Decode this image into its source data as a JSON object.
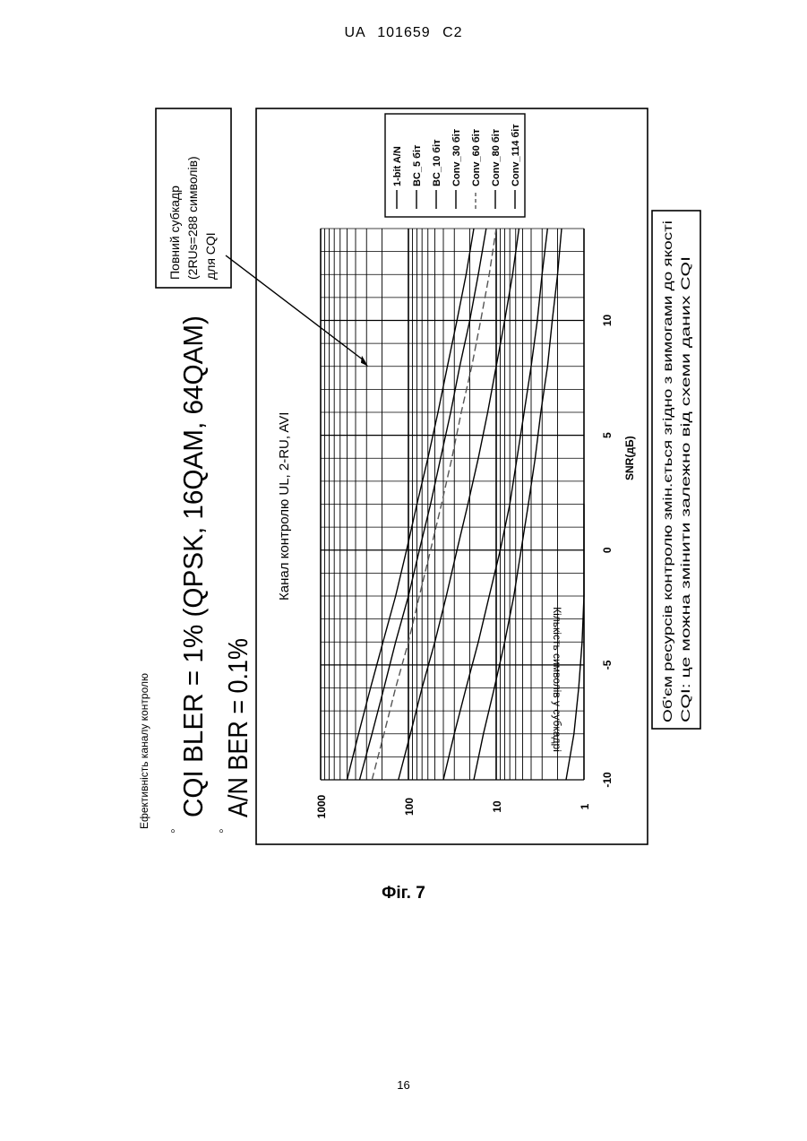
{
  "header": {
    "code": "UA   101659   C2"
  },
  "figure_label": "Фіг. 7",
  "page_number": "16",
  "slide": {
    "heading": "Ефективність каналу контролю",
    "bullet_1": "CQI BLER = 1% (QPSK, 16QAM, 64QAM)",
    "bullet_2": "A/N BER = 0.1%",
    "callout": {
      "line_1": "Повний субкадр",
      "line_2": "(2RUs=288 символів)",
      "line_3": "для CQI"
    },
    "note": {
      "line_1": "Об'єм ресурсів контролю змін.ється згідно з вимогами до якості",
      "line_2": "CQI:  це можна змінити залежно від схеми даних CQI"
    }
  },
  "chart_data": {
    "type": "line",
    "title": "Канал контролю UL, 2-RU, AVI",
    "xlabel": "SNR(дБ)",
    "ylabel": "Кількість символів у субкадрі",
    "x_ticks": [
      "-10",
      "-5",
      "0",
      "5",
      "10"
    ],
    "y_ticks": [
      "1000",
      "100",
      "10",
      "1"
    ],
    "xlim": [
      -10,
      14
    ],
    "ylim": [
      1,
      1000
    ],
    "yscale": "log",
    "grid": true,
    "legend_position": "top-right",
    "legend": [
      "1-bit A/N",
      "BC_5 біт",
      "BC_10 біт",
      "Conv_30 біт",
      "Conv_60 біт",
      "Conv_80 біт",
      "Conv_114 біт"
    ],
    "series": [
      {
        "name": "1-bit A/N",
        "style": "solid",
        "x": [
          -10,
          -8,
          -6,
          -4,
          -2,
          0,
          2
        ],
        "y": [
          1.6,
          1.3,
          1.15,
          1.05,
          1.0,
          1.0,
          1.0
        ]
      },
      {
        "name": "BC_5 біт",
        "style": "solid",
        "x": [
          -10,
          -8,
          -6,
          -4,
          -2,
          0,
          2,
          4,
          6,
          8,
          10,
          12,
          14
        ],
        "y": [
          18,
          14,
          10.5,
          8,
          6.3,
          5.2,
          4.3,
          3.6,
          3.1,
          2.6,
          2.3,
          2.0,
          1.8
        ]
      },
      {
        "name": "BC_10 біт",
        "style": "solid",
        "x": [
          -10,
          -8,
          -6,
          -4,
          -2,
          0,
          2,
          4,
          6,
          8,
          10,
          12,
          14
        ],
        "y": [
          40,
          30,
          22,
          16,
          12,
          9,
          7,
          5.8,
          4.8,
          4.0,
          3.4,
          3.0,
          2.6
        ]
      },
      {
        "name": "Conv_30 біт",
        "style": "solid",
        "x": [
          -10,
          -8,
          -6,
          -4,
          -2,
          0,
          2,
          4,
          6,
          8,
          10,
          12,
          14
        ],
        "y": [
          130,
          95,
          70,
          50,
          37,
          28,
          21,
          16,
          12.5,
          10,
          8,
          6.5,
          5.5
        ]
      },
      {
        "name": "Conv_60 біт",
        "style": "dashed",
        "x": [
          -10,
          -8,
          -6,
          -4,
          -2,
          0,
          2,
          4,
          6,
          8,
          10,
          12,
          14
        ],
        "y": [
          260,
          190,
          140,
          100,
          75,
          56,
          42,
          32,
          25,
          19,
          15,
          12,
          10
        ]
      },
      {
        "name": "Conv_80 біт",
        "style": "solid",
        "x": [
          -10,
          -8,
          -6,
          -4,
          -2,
          0,
          2,
          4,
          6,
          8,
          10,
          12,
          14
        ],
        "y": [
          360,
          260,
          190,
          140,
          100,
          75,
          56,
          43,
          33,
          26,
          20,
          16,
          13
        ]
      },
      {
        "name": "Conv_114 біт",
        "style": "solid",
        "x": [
          -10,
          -8,
          -6,
          -4,
          -2,
          0,
          2,
          4,
          6,
          8,
          10,
          12,
          14
        ],
        "y": [
          500,
          370,
          270,
          195,
          140,
          105,
          80,
          60,
          46,
          36,
          28,
          22,
          18
        ]
      }
    ],
    "annotation": {
      "text": "Повний субкадр (2RUs=288 символів) для CQI",
      "at_snr": 8
    }
  }
}
